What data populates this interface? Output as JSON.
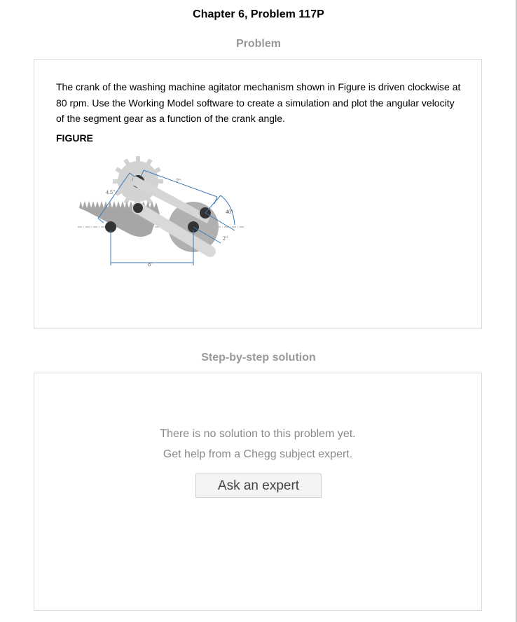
{
  "header": {
    "chapter_title": "Chapter 6, Problem 117P"
  },
  "problem": {
    "heading": "Problem",
    "text": "The crank of the washing machine agitator mechanism shown in Figure is driven clockwise at 80 rpm. Use the Working Model software to create a simulation and plot the angular velocity of the segment gear as a function of the crank angle.",
    "figure_label": "FIGURE",
    "figure_dimensions": {
      "link_length": "7\"",
      "segment_radius": "4.5\"",
      "ground_distance": "8\"",
      "crank_length": "2\"",
      "crank_angle": "40°"
    }
  },
  "solution": {
    "heading": "Step-by-step solution",
    "message_line1": "There is no solution to this problem yet.",
    "message_line2": "Get help from a Chegg subject expert.",
    "ask_button_label": "Ask an expert"
  },
  "colors": {
    "heading_gray": "#999999",
    "panel_border": "#dcdcdc",
    "dimension_blue": "#3a78b5",
    "part_gray": "#a6a6a6",
    "pivot_dark": "#333333"
  }
}
